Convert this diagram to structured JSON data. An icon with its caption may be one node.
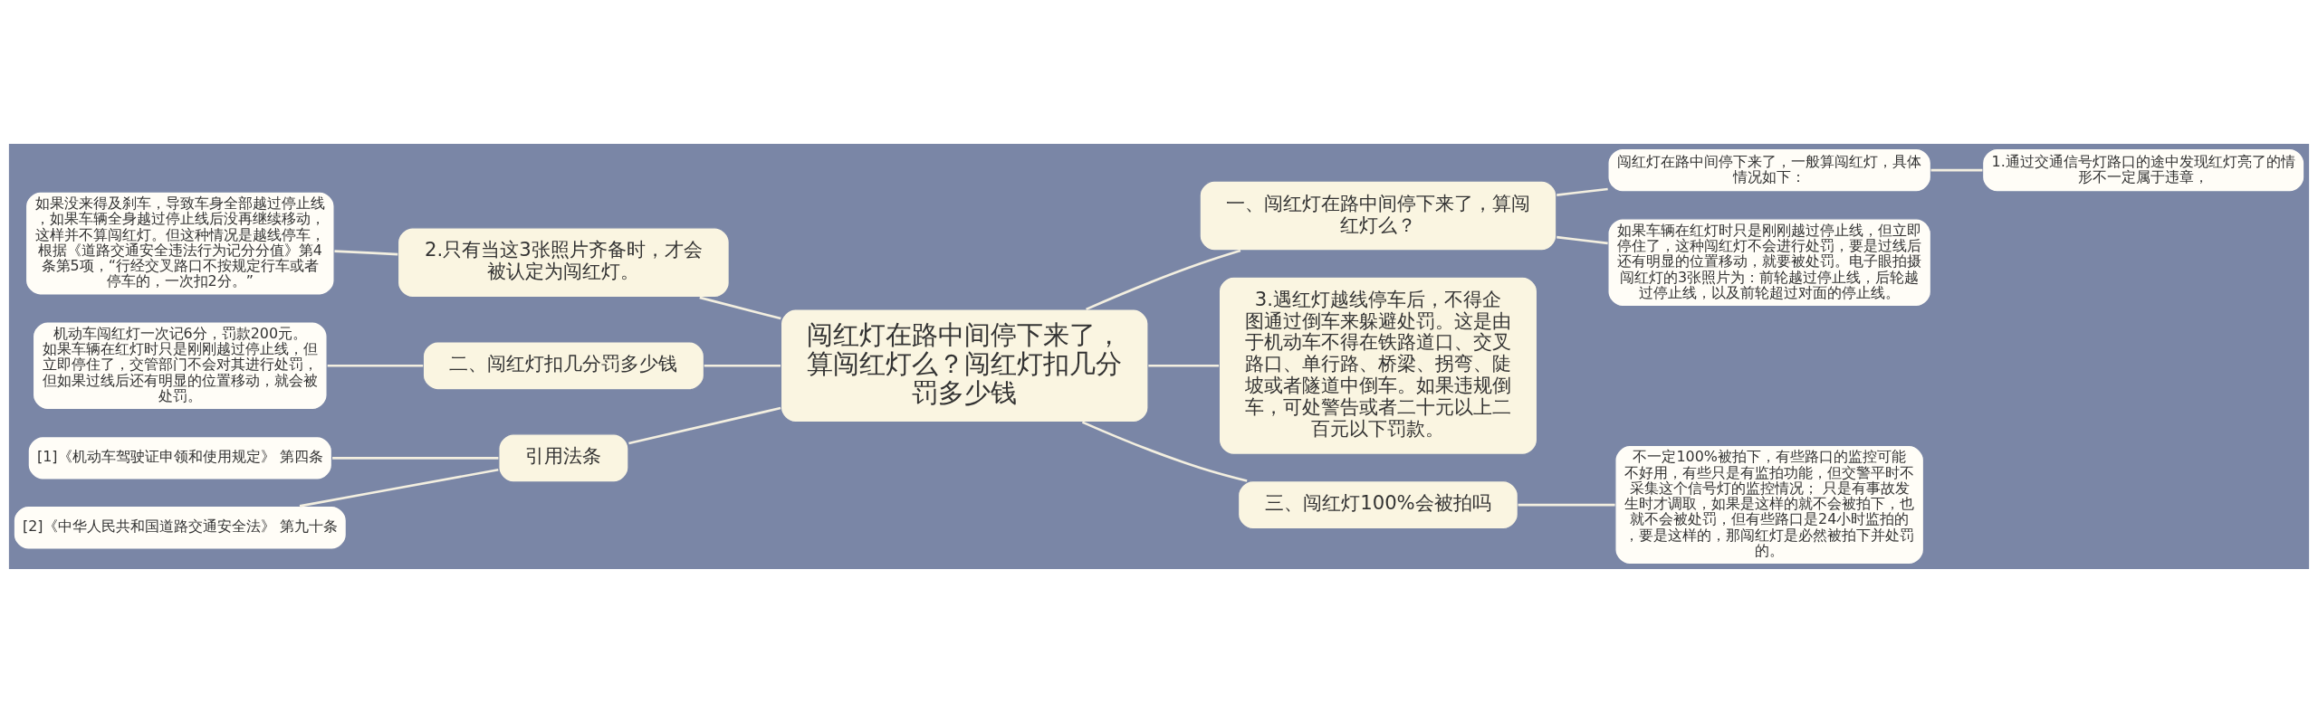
{
  "diagram": {
    "nodes": [
      {
        "text": [
          "闯红灯在路中间停下来了，算闯红灯么？闯红灯扣几分罚多少钱"
        ]
      },
      {
        "text": [
          "一、闯红灯在路中间停下来了，算闯红灯么？"
        ]
      },
      {
        "text": [
          "闯红灯在路中间停下来了，一般算闯红灯，具体情况如下："
        ]
      },
      {
        "text": [
          "1.通过交通信号灯路口的途中发现红灯亮了的情形不一定属于违章，"
        ]
      },
      {
        "text": [
          "如果车辆在红灯时只是刚刚越过停止线，但立即停住了，这种闯红灯不会进行处罚，要是过线后还有明显的位置移动，就要被处罚。电子眼拍摄闯红灯的3张照片为：前轮越过停止线，后轮越过停止线，以及前轮超过对面的停止线。"
        ]
      },
      {
        "text": [
          "3.遇红灯越线停车后，不得企图通过倒车来躲避处罚。这是由于机动车不得在铁路道口、交叉路口、单行路、桥梁、拐弯、陡坡或者隧道中倒车。如果违规倒车，可处警告或者二十元以上二百元以下罚款。"
        ]
      },
      {
        "text": [
          "三、闯红灯100%会被拍吗"
        ]
      },
      {
        "text": [
          "不一定100%被拍下，有些路口的监控可能不好用，有些只是有监拍功能，但交警平时不采集这个信号灯的监控情况； 只是有事故发生时才调取，如果是这样的就不会被拍下，也就不会被处罚，但有些路口是24小时监拍的，要是这样的，那闯红灯是必然被拍下并处罚的。"
        ]
      },
      {
        "text": [
          "2.只有当这3张照片齐备时，才会被认定为闯红灯。"
        ]
      },
      {
        "text": [
          "如果没来得及刹车，导致车身全部越过停止线，如果车辆全身越过停止线后没再继续移动，这样并不算闯红灯。但这种情况是越线停车，根据《道路交通安全违法行为记分分值》第4条第5项，“行经交叉路口不按规定行车或者停车的，一次扣2分。”"
        ]
      },
      {
        "text": [
          "二、闯红灯扣几分罚多少钱"
        ]
      },
      {
        "text": [
          "机动车闯红灯一次记6分，罚款200元。如果车辆在红灯时只是刚刚越过停止线，但立即停住了，交管部门不会对其进行处罚，但如果过线后还有明显的位置移动，就会被处罚。"
        ]
      },
      {
        "text": [
          "引用法条"
        ]
      },
      {
        "text": [
          "[1]《机动车驾驶证申领和使用规定》 第四条"
        ]
      },
      {
        "text": [
          "[2]《中华人民共和国道路交通安全法》 第九十条"
        ]
      }
    ],
    "edges": [
      {
        "from": 0,
        "to": 1,
        "arrow": "none"
      },
      {
        "from": 1,
        "to": 2,
        "arrow": "none"
      },
      {
        "from": 2,
        "to": 3,
        "arrow": "none"
      },
      {
        "from": 1,
        "to": 4,
        "arrow": "none"
      },
      {
        "from": 0,
        "to": 5,
        "arrow": "none"
      },
      {
        "from": 0,
        "to": 6,
        "arrow": "none"
      },
      {
        "from": 6,
        "to": 7,
        "arrow": "none"
      },
      {
        "from": 0,
        "to": 8,
        "arrow": "none"
      },
      {
        "from": 8,
        "to": 9,
        "arrow": "none"
      },
      {
        "from": 0,
        "to": 10,
        "arrow": "none"
      },
      {
        "from": 10,
        "to": 11,
        "arrow": "none"
      },
      {
        "from": 0,
        "to": 12,
        "arrow": "none"
      },
      {
        "from": 12,
        "to": 13,
        "arrow": "none"
      },
      {
        "from": 12,
        "to": 14,
        "arrow": "none"
      }
    ]
  }
}
